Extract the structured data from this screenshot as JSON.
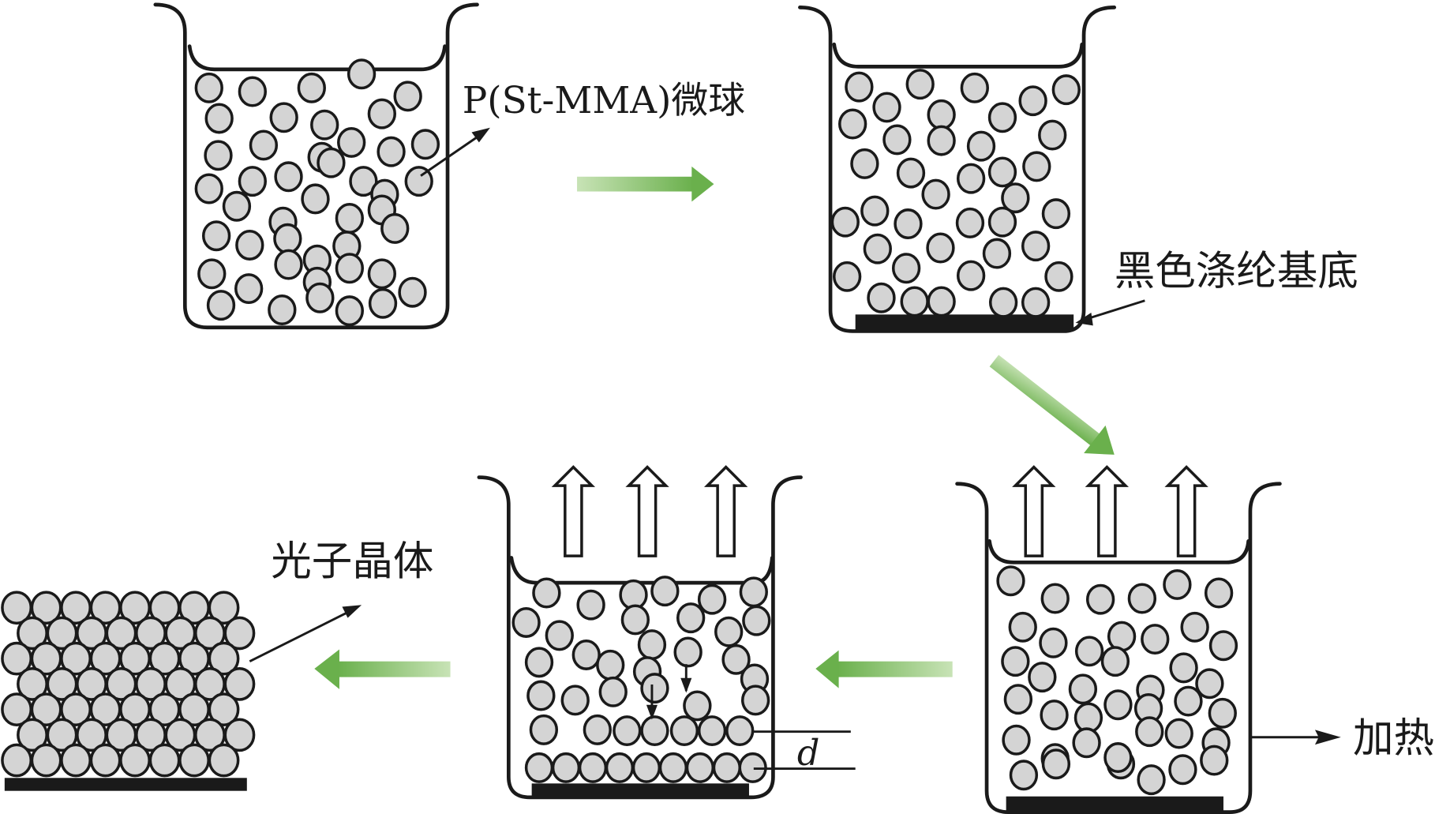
{
  "diagram": {
    "title": "Preparation of photonic crystal by vertical deposition of P(St-MMA) microspheres",
    "labels": {
      "microsphere": "P(St-MMA)微球",
      "substrate": "黑色涤纶基底",
      "heating": "加热",
      "photonic_crystal": "光子晶体",
      "spacing": "d"
    },
    "colors": {
      "sphere_fill": "#d4d4d4",
      "outline": "#1a1a1a",
      "process_arrow": "#6ab04c",
      "substrate": "#1a1a1a"
    },
    "steps": [
      {
        "id": "step-1",
        "description": "Dispersed microspheres in solution"
      },
      {
        "id": "step-2",
        "description": "Black polyester substrate immersed; spheres settle"
      },
      {
        "id": "step-3",
        "description": "Heating causes evaporation (upward arrows)"
      },
      {
        "id": "step-4",
        "description": "Spheres deposit into ordered layers with spacing d"
      },
      {
        "id": "step-5",
        "description": "Resulting close-packed photonic crystal on substrate"
      }
    ]
  }
}
